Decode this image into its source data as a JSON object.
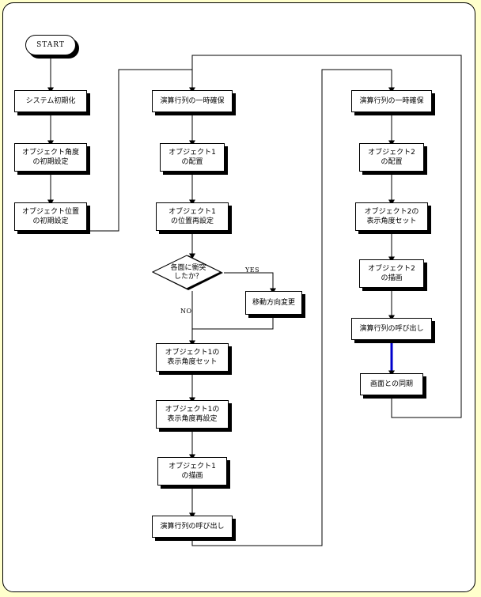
{
  "diagram": {
    "type": "flowchart",
    "title": "",
    "background_color": "#FFFFCC",
    "frame_color": "#FFFFFF",
    "line_color": "#000000",
    "accent_color": "#0000CC",
    "nodes": {
      "start": {
        "label": "START",
        "shape": "terminal"
      },
      "sys_init": {
        "label": "システム初期化",
        "shape": "process"
      },
      "obj_angle_init": {
        "label": "オブジェクト角度\nの初期設定",
        "shape": "process"
      },
      "obj_pos_init": {
        "label": "オブジェクト位置\nの初期設定",
        "shape": "process"
      },
      "matrix_hold_1": {
        "label": "演算行列の一時確保",
        "shape": "process"
      },
      "obj1_place": {
        "label": "オブジェクト1\nの配置",
        "shape": "process"
      },
      "obj1_repos": {
        "label": "オブジェクト1\nの位置再設定",
        "shape": "process"
      },
      "collision_check": {
        "label": "各面に衝突\nしたか？",
        "shape": "decision"
      },
      "dir_change": {
        "label": "移動方向変更",
        "shape": "process"
      },
      "obj1_angle_set": {
        "label": "オブジェクト1の\n表示角度セット",
        "shape": "process"
      },
      "obj1_angle_reset": {
        "label": "オブジェクト1の\n表示角度再設定",
        "shape": "process"
      },
      "obj1_draw": {
        "label": "オブジェクト1\nの描画",
        "shape": "process"
      },
      "matrix_call_1": {
        "label": "演算行列の呼び出し",
        "shape": "process"
      },
      "matrix_hold_2": {
        "label": "演算行列の一時確保",
        "shape": "process"
      },
      "obj2_place": {
        "label": "オブジェクト2\nの配置",
        "shape": "process"
      },
      "obj2_angle_set": {
        "label": "オブジェクト2の\n表示角度セット",
        "shape": "process"
      },
      "obj2_draw": {
        "label": "オブジェクト2\nの描画",
        "shape": "process"
      },
      "matrix_call_2": {
        "label": "演算行列の呼び出し",
        "shape": "process"
      },
      "screen_sync": {
        "label": "画面との同期",
        "shape": "process"
      }
    },
    "edge_labels": {
      "yes": "YES",
      "no": "NO"
    }
  }
}
